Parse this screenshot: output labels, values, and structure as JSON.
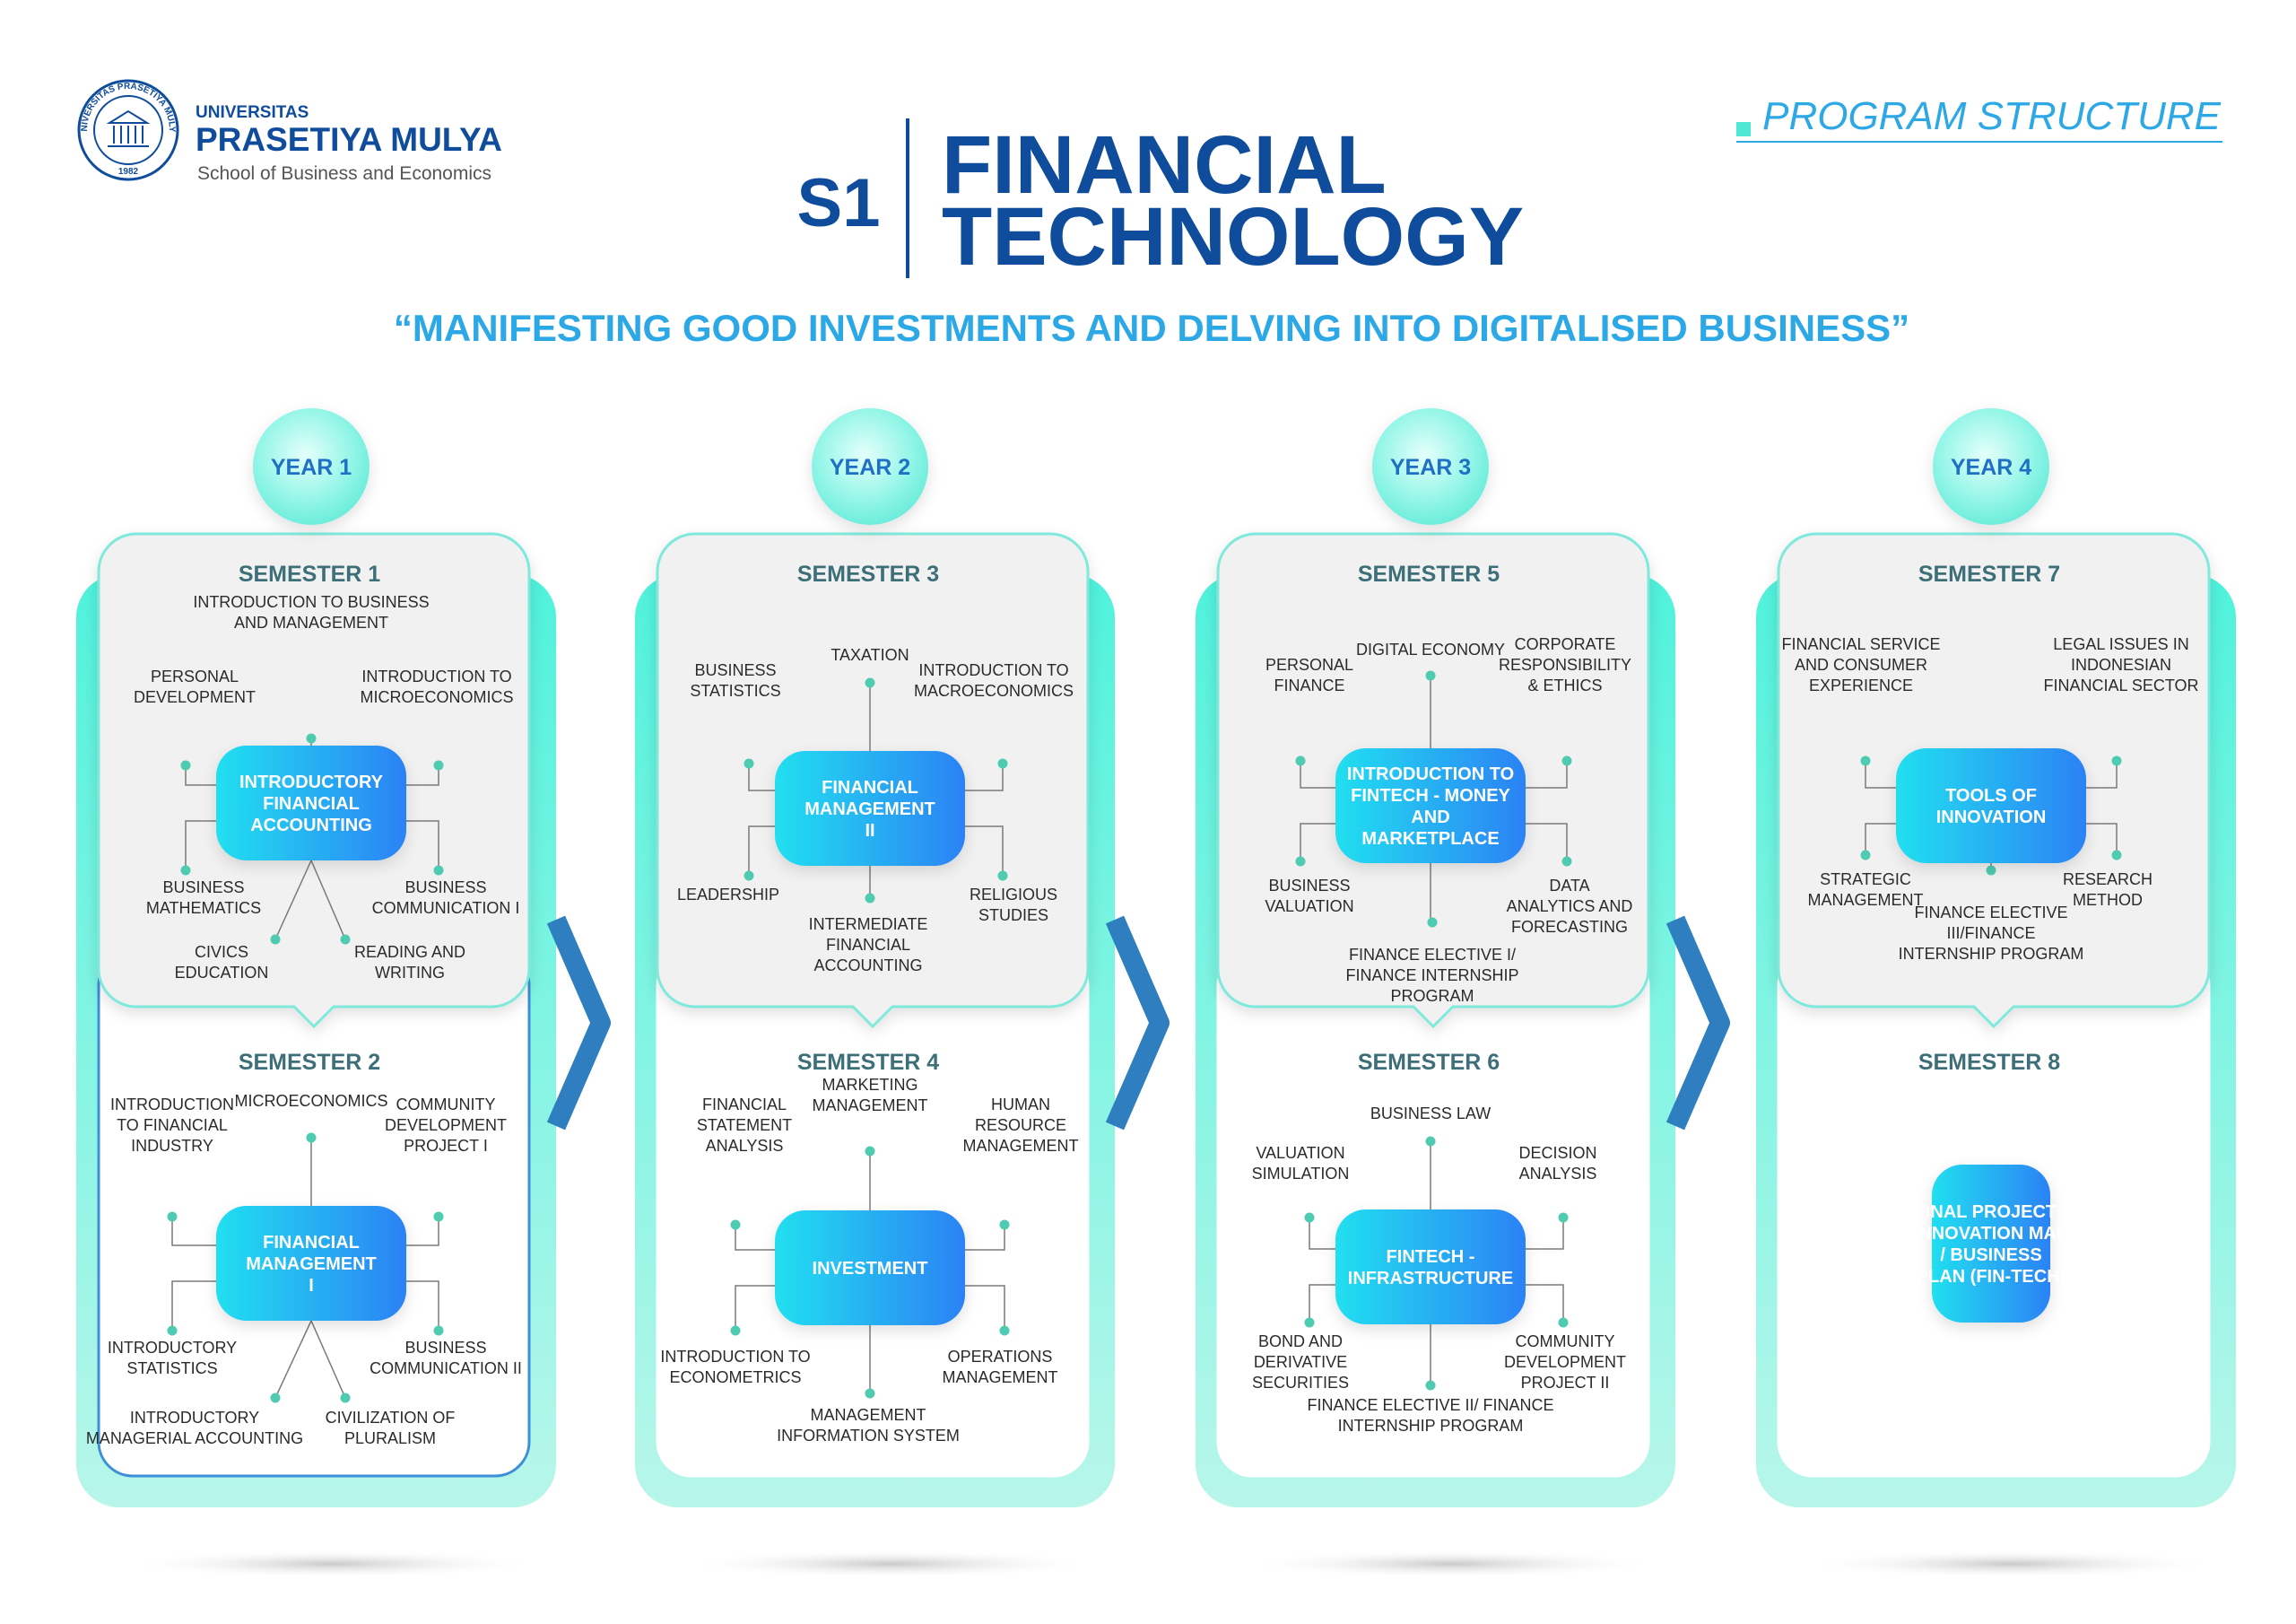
{
  "header": {
    "university_small": "UNIVERSITAS",
    "university_name": "PRASETIYA MULYA",
    "school": "School of Business and Economics",
    "seal_top": "UNIVERSITAS PRASETIYA MULYA",
    "seal_year": "1982",
    "degree": "S1",
    "title_line1": "FINANCIAL",
    "title_line2": "TECHNOLOGY",
    "tagline": "“MANIFESTING GOOD INVESTMENTS AND DELVING INTO DIGITALISED BUSINESS”",
    "section_label": "PROGRAM STRUCTURE"
  },
  "colors": {
    "navy": "#0f4c9c",
    "sky": "#2da8e6",
    "teal": "#4ff2dc",
    "mint": "#b4f5e9",
    "card_grey": "#f1f1f1",
    "hub_start": "#22dff0",
    "hub_end": "#2c82f5",
    "dot": "#4ecbb0"
  },
  "years": [
    {
      "label": "YEAR 1",
      "sem_a": {
        "label": "SEMESTER 1",
        "hub": [
          "INTRODUCTORY",
          "FINANCIAL",
          "ACCOUNTING"
        ],
        "courses": [
          [
            "INTRODUCTION TO BUSINESS",
            "AND MANAGEMENT"
          ],
          [
            "PERSONAL",
            "DEVELOPMENT"
          ],
          [
            "INTRODUCTION TO",
            "MICROECONOMICS"
          ],
          [
            "BUSINESS",
            "MATHEMATICS"
          ],
          [
            "BUSINESS",
            "COMMUNICATION I"
          ],
          [
            "CIVICS",
            "EDUCATION"
          ],
          [
            "READING AND",
            "WRITING"
          ]
        ]
      },
      "sem_b": {
        "label": "SEMESTER 2",
        "hub": [
          "FINANCIAL",
          "MANAGEMENT",
          "I"
        ],
        "courses": [
          [
            "MICROECONOMICS"
          ],
          [
            "INTRODUCTION",
            "TO FINANCIAL",
            "INDUSTRY"
          ],
          [
            "COMMUNITY",
            "DEVELOPMENT",
            "PROJECT I"
          ],
          [
            "INTRODUCTORY",
            "STATISTICS"
          ],
          [
            "BUSINESS",
            "COMMUNICATION II"
          ],
          [
            "INTRODUCTORY",
            "MANAGERIAL ACCOUNTING"
          ],
          [
            "CIVILIZATION OF",
            "PLURALISM"
          ]
        ]
      }
    },
    {
      "label": "YEAR 2",
      "sem_a": {
        "label": "SEMESTER 3",
        "hub": [
          "FINANCIAL",
          "MANAGEMENT",
          "II"
        ],
        "courses": [
          [
            "TAXATION"
          ],
          [
            "BUSINESS",
            "STATISTICS"
          ],
          [
            "INTRODUCTION TO",
            "MACROECONOMICS"
          ],
          [
            "LEADERSHIP"
          ],
          [
            "RELIGIOUS",
            "STUDIES"
          ],
          [
            "INTERMEDIATE",
            "FINANCIAL",
            "ACCOUNTING"
          ]
        ]
      },
      "sem_b": {
        "label": "SEMESTER 4",
        "hub": [
          "INVESTMENT"
        ],
        "courses": [
          [
            "MARKETING",
            "MANAGEMENT"
          ],
          [
            "FINANCIAL",
            "STATEMENT",
            "ANALYSIS"
          ],
          [
            "HUMAN",
            "RESOURCE",
            "MANAGEMENT"
          ],
          [
            "INTRODUCTION TO",
            "ECONOMETRICS"
          ],
          [
            "OPERATIONS",
            "MANAGEMENT"
          ],
          [
            "MANAGEMENT",
            "INFORMATION SYSTEM"
          ]
        ]
      }
    },
    {
      "label": "YEAR 3",
      "sem_a": {
        "label": "SEMESTER 5",
        "hub": [
          "INTRODUCTION TO",
          "FINTECH - MONEY",
          "AND",
          "MARKETPLACE"
        ],
        "courses": [
          [
            "DIGITAL ECONOMY"
          ],
          [
            "PERSONAL",
            "FINANCE"
          ],
          [
            "CORPORATE",
            "RESPONSIBILITY",
            "& ETHICS"
          ],
          [
            "BUSINESS",
            "VALUATION"
          ],
          [
            "DATA",
            "ANALYTICS AND",
            "FORECASTING"
          ],
          [
            "FINANCE ELECTIVE I/",
            "FINANCE INTERNSHIP",
            "PROGRAM"
          ]
        ]
      },
      "sem_b": {
        "label": "SEMESTER 6",
        "hub": [
          "FINTECH -",
          "INFRASTRUCTURE"
        ],
        "courses": [
          [
            "BUSINESS LAW"
          ],
          [
            "VALUATION",
            "SIMULATION"
          ],
          [
            "DECISION",
            "ANALYSIS"
          ],
          [
            "BOND AND",
            "DERIVATIVE",
            "SECURITIES"
          ],
          [
            "COMMUNITY",
            "DEVELOPMENT",
            "PROJECT II"
          ],
          [
            "FINANCE ELECTIVE II/ FINANCE",
            "INTERNSHIP PROGRAM"
          ]
        ]
      }
    },
    {
      "label": "YEAR 4",
      "sem_a": {
        "label": "SEMESTER 7",
        "hub": [
          "TOOLS OF",
          "INNOVATION"
        ],
        "courses": [
          [
            "FINANCIAL SERVICE",
            "AND CONSUMER",
            "EXPERIENCE"
          ],
          [
            "LEGAL ISSUES IN",
            "INDONESIAN",
            "FINANCIAL SECTOR"
          ],
          [
            "STRATEGIC",
            "MANAGEMENT"
          ],
          [
            "RESEARCH",
            "METHOD"
          ],
          [
            "FINANCE ELECTIVE",
            "III/FINANCE",
            "INTERNSHIP PROGRAM"
          ]
        ]
      },
      "sem_b": {
        "label": "SEMESTER 8",
        "hub": [
          "FINAL PROJECT -",
          "INNOVATION MAP",
          "/ BUSINESS",
          "PLAN (FIN-TECH)"
        ],
        "courses": []
      }
    }
  ]
}
